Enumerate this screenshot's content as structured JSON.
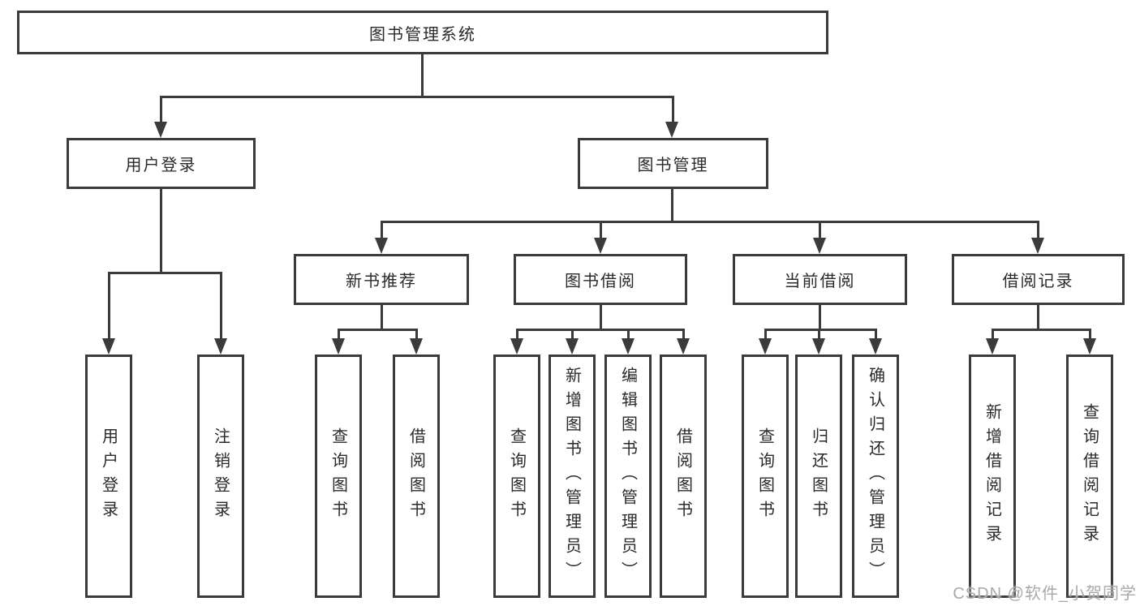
{
  "watermark": "CSDN @软件_小贺同学",
  "colors": {
    "background": "#ffffff",
    "line": "#3b3b3b",
    "text": "#2a2a2a",
    "watermark": "#a9a9a9"
  },
  "tree": {
    "root": {
      "label": "图书管理系统"
    },
    "children": [
      {
        "label": "用户登录",
        "children": [
          {
            "label": "用户登录"
          },
          {
            "label": "注销登录"
          }
        ]
      },
      {
        "label": "图书管理",
        "children": [
          {
            "label": "新书推荐",
            "children": [
              {
                "label": "查询图书"
              },
              {
                "label": "借阅图书"
              }
            ]
          },
          {
            "label": "图书借阅",
            "children": [
              {
                "label": "查询图书"
              },
              {
                "label": "新增图书（管理员）"
              },
              {
                "label": "编辑图书（管理员）"
              },
              {
                "label": "借阅图书"
              }
            ]
          },
          {
            "label": "当前借阅",
            "children": [
              {
                "label": "查询图书"
              },
              {
                "label": "归还图书"
              },
              {
                "label": "确认归还（管理员）"
              }
            ]
          },
          {
            "label": "借阅记录",
            "children": [
              {
                "label": "新增借阅记录"
              },
              {
                "label": "查询借阅记录"
              }
            ]
          }
        ]
      }
    ]
  }
}
